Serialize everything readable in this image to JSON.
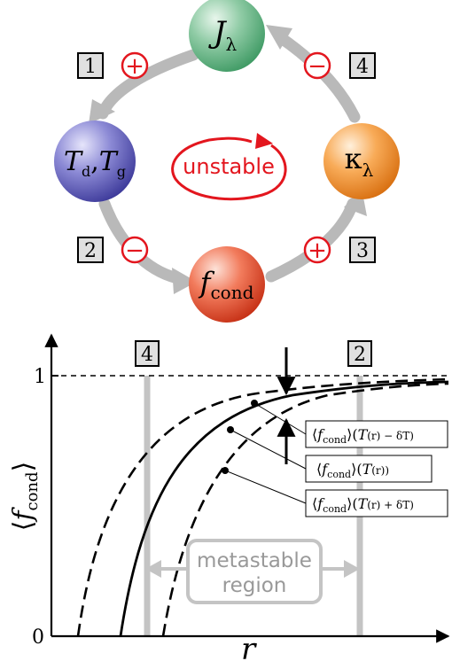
{
  "cycle": {
    "nodes": {
      "j": {
        "main": "J",
        "sub": "λ"
      },
      "t": {
        "main1": "T",
        "sub1": "d",
        "sep": ",",
        "main2": "T",
        "sub2": "g"
      },
      "kappa": {
        "main": "κ",
        "sub": "λ"
      },
      "f": {
        "main": "f",
        "sub": "cond"
      }
    },
    "steps": {
      "s1": {
        "num": "1",
        "sign": "+"
      },
      "s2": {
        "num": "2",
        "sign": "−"
      },
      "s3": {
        "num": "3",
        "sign": "+"
      },
      "s4": {
        "num": "4",
        "sign": "−"
      }
    },
    "center_label": "unstable"
  },
  "plot": {
    "y_label": {
      "main": "f",
      "sub": "cond"
    },
    "x_label": "r",
    "tick_one": "1",
    "tick_zero": "0",
    "box_left": "4",
    "box_right": "2",
    "region_label": {
      "line1": "metastable",
      "line2": "region"
    },
    "legend": {
      "upper": {
        "pre": "⟨",
        "f": "f",
        "sub": "cond",
        "mid": "⟩(",
        "t": "T",
        "arg": "(r) − δT)"
      },
      "middle": {
        "pre": "⟨",
        "f": "f",
        "sub": "cond",
        "mid": "⟩(",
        "t": "T",
        "arg": "(r))"
      },
      "lower": {
        "pre": "⟨",
        "f": "f",
        "sub": "cond",
        "mid": "⟩(",
        "t": "T",
        "arg": "(r) + δT)"
      }
    }
  },
  "colors": {
    "arrow_gray": "#b9b9b9",
    "sign_red": "#e3161e",
    "sphere_green": "#7fc49a",
    "sphere_blue": "#7b78c6",
    "sphere_orange": "#f8a040",
    "sphere_red": "#ef5b3f"
  }
}
